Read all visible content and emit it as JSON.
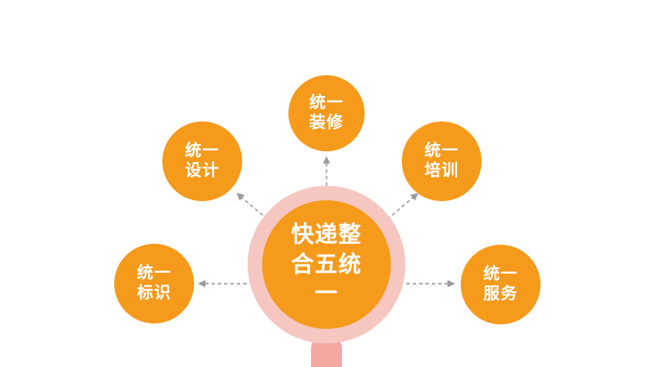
{
  "center": {
    "line1": "快递整",
    "line2": "合五统",
    "line3": "一"
  },
  "nodes": [
    {
      "id": "decoration",
      "line1": "统一",
      "line2": "装修"
    },
    {
      "id": "design",
      "line1": "统一",
      "line2": "设计"
    },
    {
      "id": "training",
      "line1": "统一",
      "line2": "培训"
    },
    {
      "id": "logo",
      "line1": "统一",
      "line2": "标识"
    },
    {
      "id": "service",
      "line1": "统一",
      "line2": "服务"
    }
  ],
  "colors": {
    "node": "#f59a1b",
    "ring": "#f6c6c1",
    "handle": "#f4a8a2",
    "connector": "#9a9a9a"
  }
}
